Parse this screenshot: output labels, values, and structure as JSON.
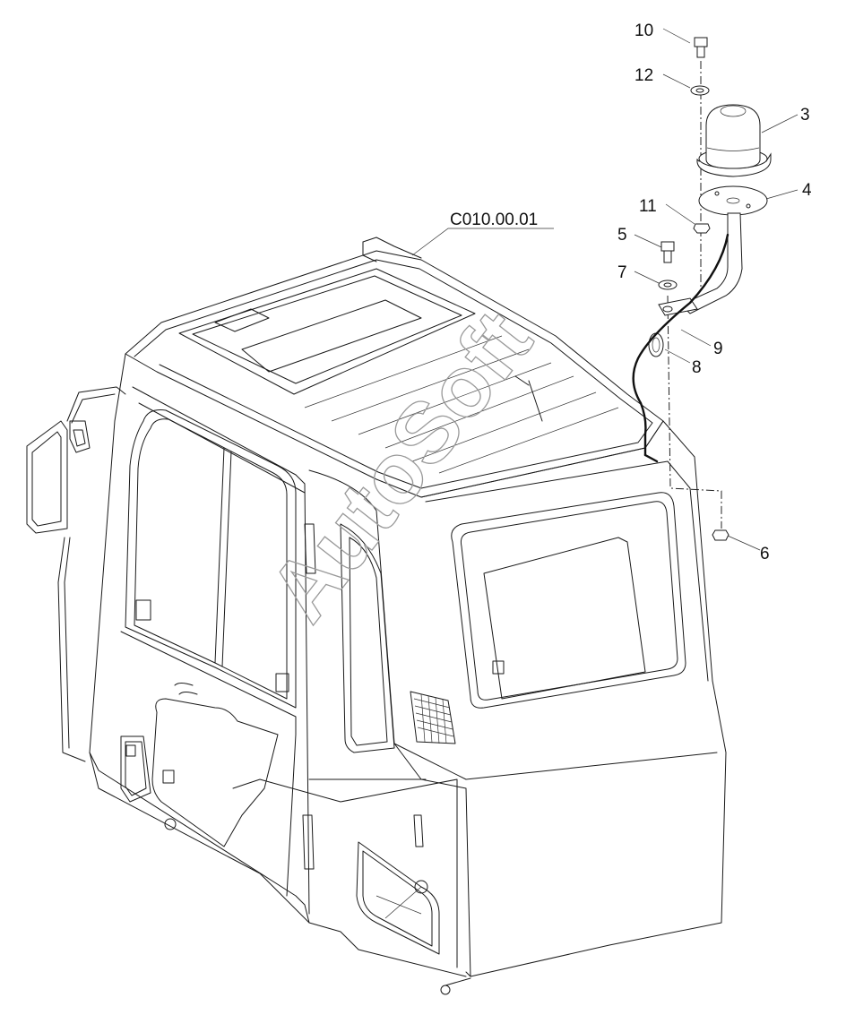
{
  "reference": "C010.00.01",
  "watermark": "AutoSoft",
  "callouts": [
    "10",
    "12",
    "3",
    "4",
    "11",
    "5",
    "7",
    "9",
    "8",
    "6"
  ]
}
